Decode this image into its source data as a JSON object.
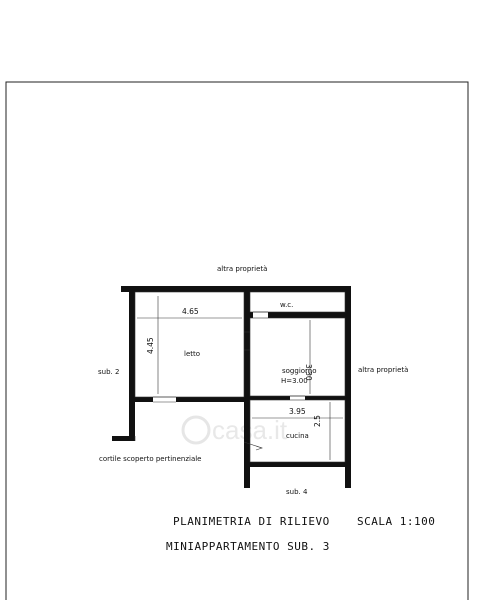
{
  "labels": {
    "top_neighbor": "altra proprietà",
    "right_neighbor": "altra proprietà",
    "left_sub": "sub. 2",
    "bottom_sub": "sub. 4",
    "courtyard": "cortile scoperto pertinenziale"
  },
  "rooms": {
    "bedroom": {
      "name": "letto",
      "width": "4.65",
      "depth": "4.45"
    },
    "wc": {
      "name": "w.c."
    },
    "living": {
      "name": "soggiorno",
      "height_note": "H=3.00",
      "depth": "3.30"
    },
    "kitchen": {
      "name": "cucina",
      "width": "3.95",
      "depth": "2.5"
    }
  },
  "title_block": {
    "line1": "PLANIMETRIA DI RILIEVO",
    "scale": "SCALA 1:100",
    "line2": "MINIAPPARTAMENTO SUB. 3"
  },
  "watermark": "casa.it"
}
